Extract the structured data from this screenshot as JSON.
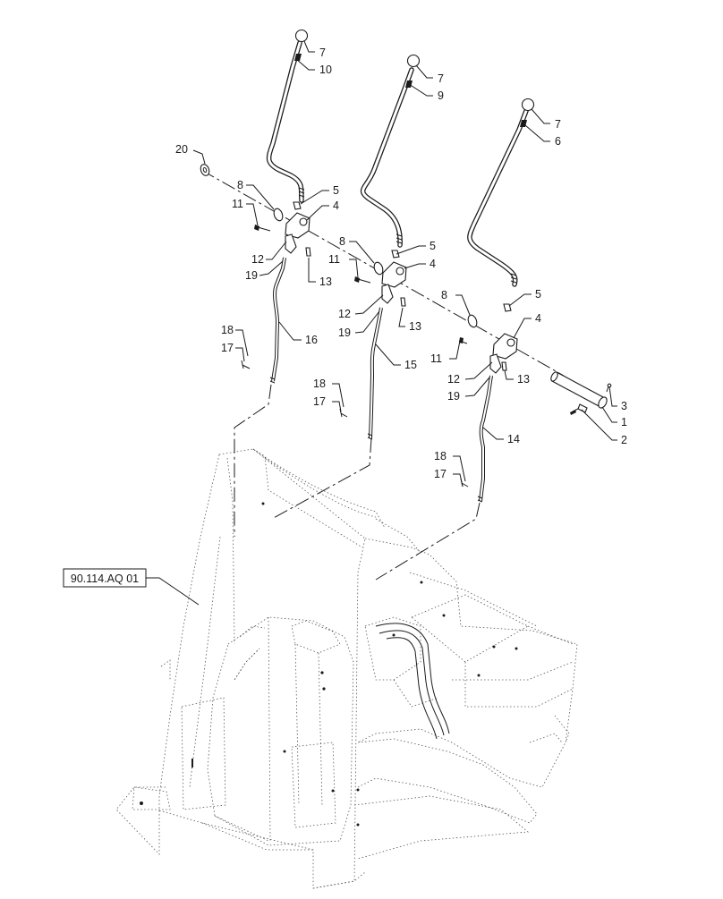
{
  "diagram": {
    "reference_label": "90.114.AQ 01",
    "callouts": [
      "1",
      "2",
      "3",
      "4",
      "5",
      "6",
      "7",
      "8",
      "9",
      "10",
      "11",
      "12",
      "13",
      "14",
      "15",
      "16",
      "17",
      "18",
      "19",
      "20"
    ]
  }
}
